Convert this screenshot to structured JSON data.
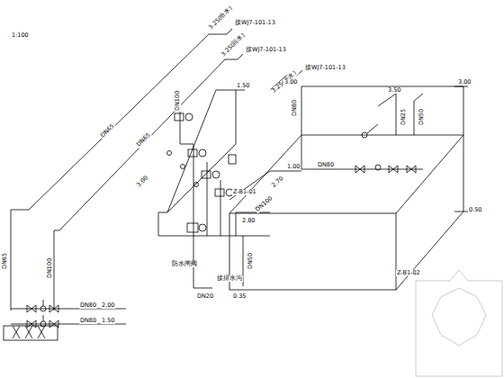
{
  "diagram": {
    "labels": [
      "1:100",
      "接WJ7-101-13",
      "接WJ7-101-13",
      "接WJ7-101-13",
      "3.25(给水)",
      "3.25(回水)",
      "3.25(给水)",
      "DN65",
      "DN65",
      "DN65",
      "DN100",
      "3.00",
      "DN80",
      "2.00",
      "DN80",
      "1.50",
      "1.50",
      "DN100",
      "DN80",
      "3.00",
      "3.00",
      "3.50",
      "DN25",
      "DN50",
      "1.00",
      "DN80",
      "0.50",
      "Z-B1-01",
      "2.70",
      "2.80",
      "DN100",
      "DN50",
      "防水闸阀",
      "接排水沟",
      "0.35",
      "Z-B1-02",
      "DN20"
    ]
  }
}
